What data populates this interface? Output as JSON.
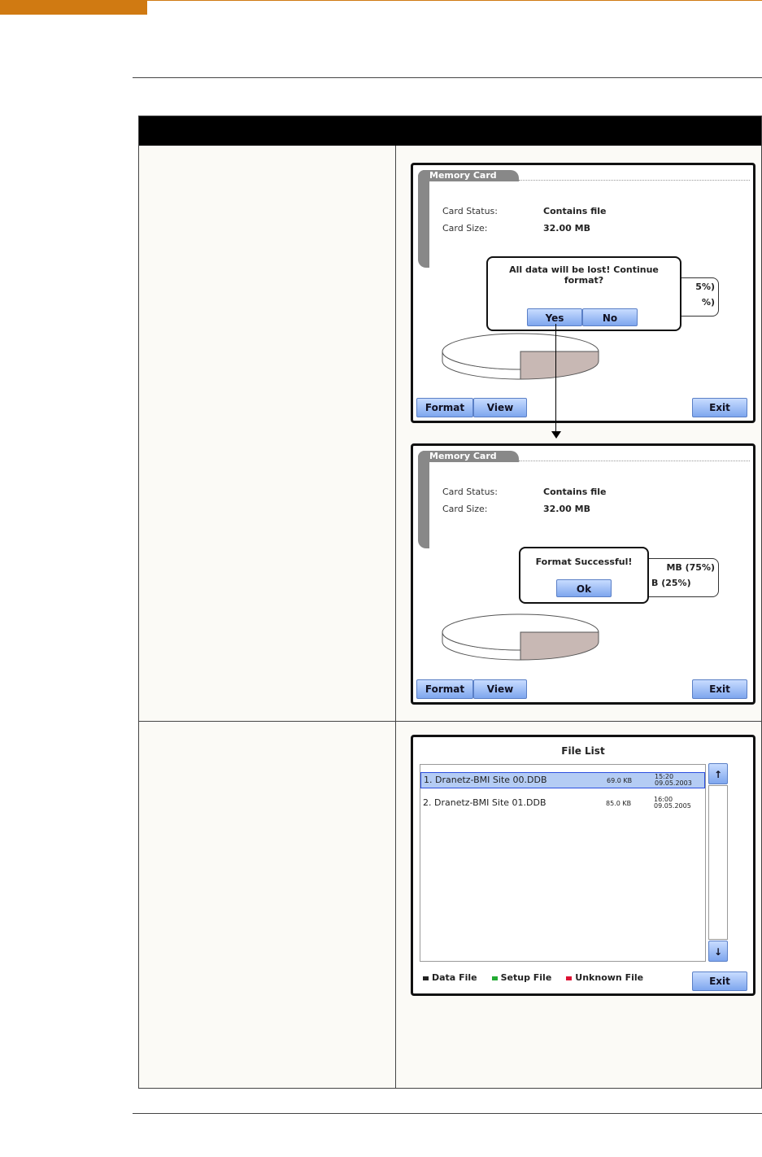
{
  "screens": [
    {
      "tab": "Memory Card",
      "status_label": "Card Status:",
      "status_value": "Contains file",
      "size_label": "Card Size:",
      "size_value": "32.00 MB",
      "dialog": {
        "message": "All data will be lost! Continue format?",
        "yes": "Yes",
        "no": "No"
      },
      "legend_partial": [
        "5%)",
        "%)"
      ],
      "buttons": {
        "format": "Format",
        "view": "View",
        "exit": "Exit"
      }
    },
    {
      "tab": "Memory Card",
      "status_label": "Card Status:",
      "status_value": "Contains file",
      "size_label": "Card Size:",
      "size_value": "32.00 MB",
      "dialog": {
        "message": "Format Successful!",
        "ok": "Ok"
      },
      "legend_partial": [
        "MB (75%)",
        "B (25%)"
      ],
      "buttons": {
        "format": "Format",
        "view": "View",
        "exit": "Exit"
      }
    }
  ],
  "file_list": {
    "title": "File List",
    "files": [
      {
        "name": "1. Dranetz-BMI Site 00.DDB",
        "size": "69.0 KB",
        "time": "15:20",
        "date": "09.05.2003",
        "selected": true
      },
      {
        "name": "2. Dranetz-BMI Site 01.DDB",
        "size": "85.0 KB",
        "time": "16:00",
        "date": "09.05.2005",
        "selected": false
      }
    ],
    "legend": [
      {
        "label": "Data File",
        "color": "#222222"
      },
      {
        "label": "Setup File",
        "color": "#22aa33"
      },
      {
        "label": "Unknown File",
        "color": "#dd1133"
      }
    ],
    "up": "↑",
    "down": "↓",
    "exit": "Exit"
  },
  "colors": {
    "accent": "#d07a12",
    "button": "#8fb2f0",
    "pie_slice": "#c8b8b4"
  }
}
